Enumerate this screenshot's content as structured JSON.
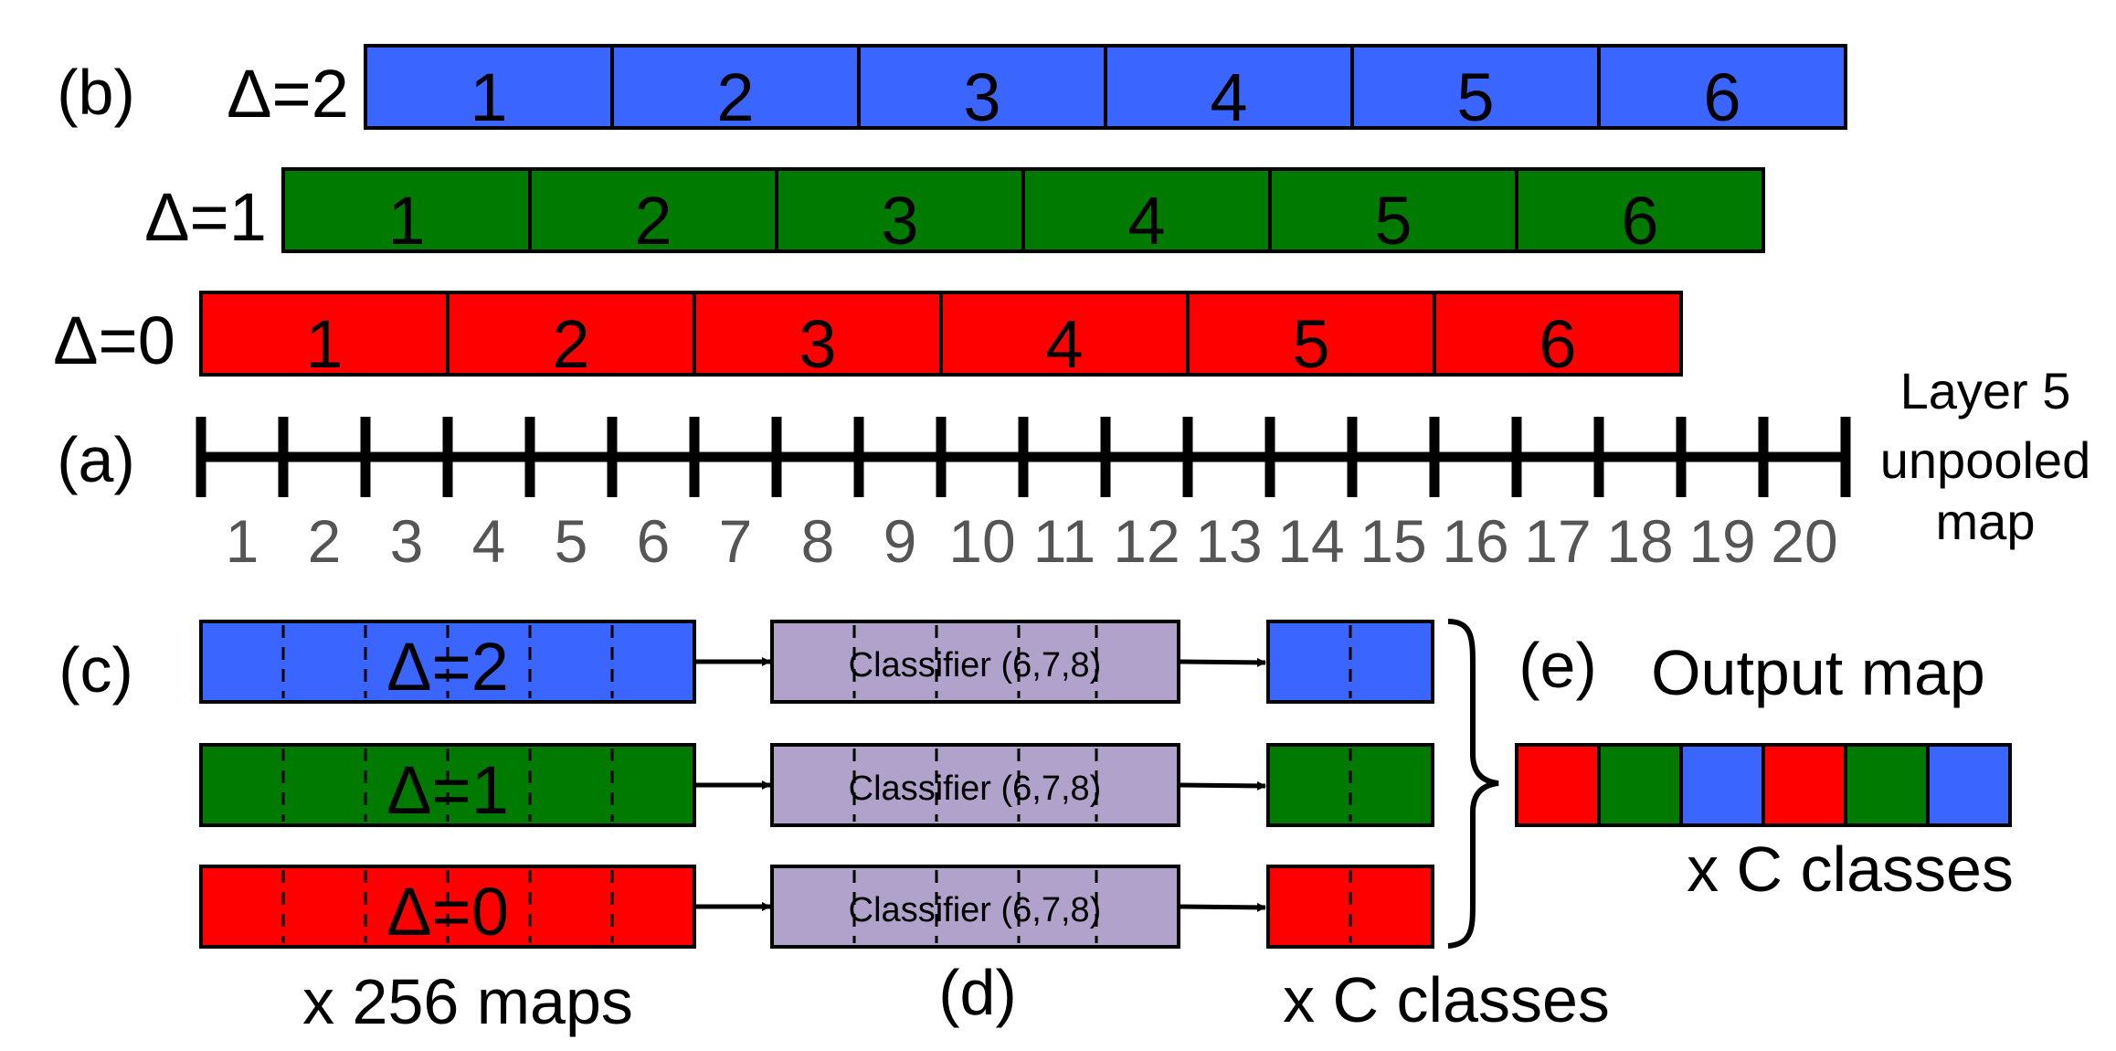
{
  "colors": {
    "delta2": "#3a66ff",
    "delta1": "#007a00",
    "delta0": "#ff0000",
    "classifier": "#b0a2cb",
    "tick_label": "#555555",
    "stroke": "#000000"
  },
  "labels": {
    "b": "(b)",
    "a": "(a)",
    "c": "(c)",
    "d": "(d)",
    "e": "(e)",
    "layer5": [
      "Layer 5",
      "unpooled",
      "map"
    ],
    "output_map": "Output map",
    "x256": "x 256 maps",
    "xC_bottom": "x C classes",
    "xC_right": "x C classes"
  },
  "shifts": [
    {
      "key": "delta2",
      "label": "Δ=2",
      "cells": [
        "1",
        "2",
        "3",
        "4",
        "5",
        "6"
      ]
    },
    {
      "key": "delta1",
      "label": "Δ=1",
      "cells": [
        "1",
        "2",
        "3",
        "4",
        "5",
        "6"
      ]
    },
    {
      "key": "delta0",
      "label": "Δ=0",
      "cells": [
        "1",
        "2",
        "3",
        "4",
        "5",
        "6"
      ]
    }
  ],
  "ticks": [
    "1",
    "2",
    "3",
    "4",
    "5",
    "6",
    "7",
    "8",
    "9",
    "10",
    "11",
    "12",
    "13",
    "14",
    "15",
    "16",
    "17",
    "18",
    "19",
    "20"
  ],
  "pipeline": [
    {
      "key": "delta2",
      "label": "Δ=2",
      "classifier": "Classifier (6,7,8)"
    },
    {
      "key": "delta1",
      "label": "Δ=1",
      "classifier": "Classifier (6,7,8)"
    },
    {
      "key": "delta0",
      "label": "Δ=0",
      "classifier": "Classifier (6,7,8)"
    }
  ],
  "output_sequence": [
    "delta0",
    "delta1",
    "delta2",
    "delta0",
    "delta1",
    "delta2"
  ]
}
